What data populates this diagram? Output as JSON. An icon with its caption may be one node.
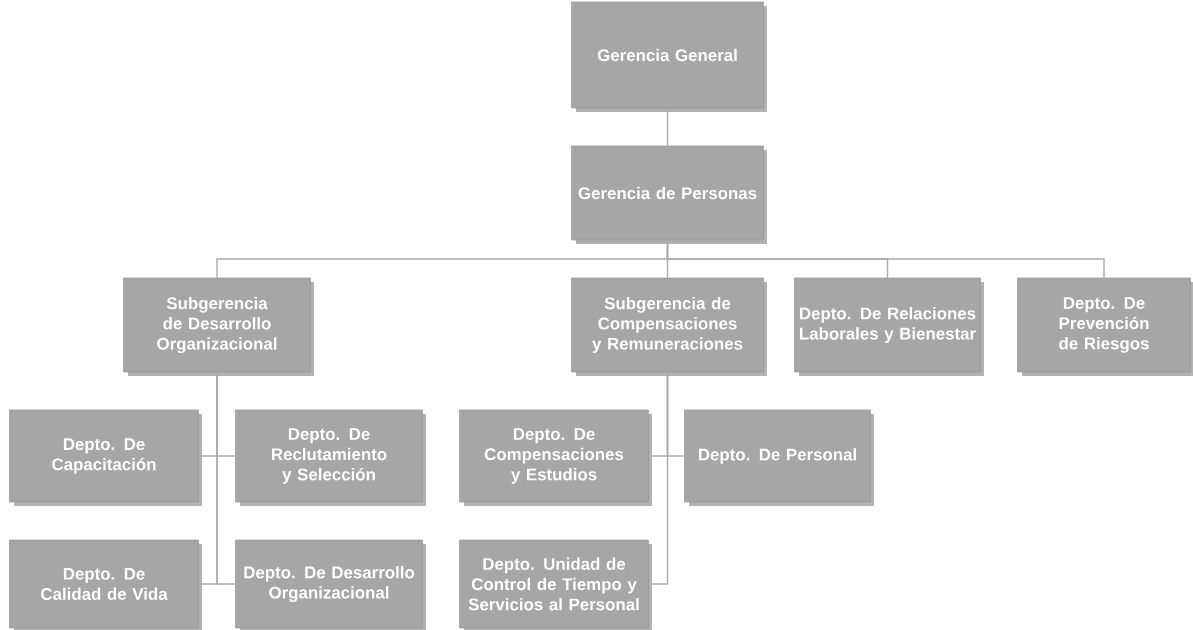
{
  "diagram": {
    "nodes": [
      {
        "text": [
          "Gerencia General"
        ]
      },
      {
        "text": [
          "Gerencia de Personas"
        ]
      },
      {
        "text": [
          "Subgerencia de Desarrollo Organizacional"
        ]
      },
      {
        "text": [
          "Subgerencia de Compensaciones y Remuneraciones"
        ]
      },
      {
        "text": [
          "Depto. De Relaciones Laborales y Bienestar"
        ]
      },
      {
        "text": [
          "Depto. De Prevención de Riesgos"
        ]
      },
      {
        "text": [
          "Depto. De Capacitación"
        ]
      },
      {
        "text": [
          "Depto. De Reclutamiento y Selección"
        ]
      },
      {
        "text": [
          "Depto. De Compensaciones y Estudios"
        ]
      },
      {
        "text": [
          "Depto. De Personal"
        ]
      },
      {
        "text": [
          "Depto. De Calidad de Vida"
        ]
      },
      {
        "text": [
          "Depto. De Desarrollo Organizacional"
        ]
      },
      {
        "text": [
          "Depto. Unidad de Control de Tiempo y Servicios al Personal"
        ]
      }
    ],
    "edges": [
      {
        "from": 0,
        "to": 1,
        "arrow": "none"
      },
      {
        "from": 1,
        "to": 2,
        "arrow": "none"
      },
      {
        "from": 1,
        "to": 3,
        "arrow": "none"
      },
      {
        "from": 1,
        "to": 4,
        "arrow": "none"
      },
      {
        "from": 1,
        "to": 5,
        "arrow": "none"
      },
      {
        "from": 2,
        "to": 6,
        "arrow": "none"
      },
      {
        "from": 2,
        "to": 7,
        "arrow": "none"
      },
      {
        "from": 2,
        "to": 10,
        "arrow": "none"
      },
      {
        "from": 2,
        "to": 11,
        "arrow": "none"
      },
      {
        "from": 3,
        "to": 8,
        "arrow": "none"
      },
      {
        "from": 3,
        "to": 9,
        "arrow": "none"
      },
      {
        "from": 3,
        "to": 12,
        "arrow": "none"
      }
    ]
  }
}
